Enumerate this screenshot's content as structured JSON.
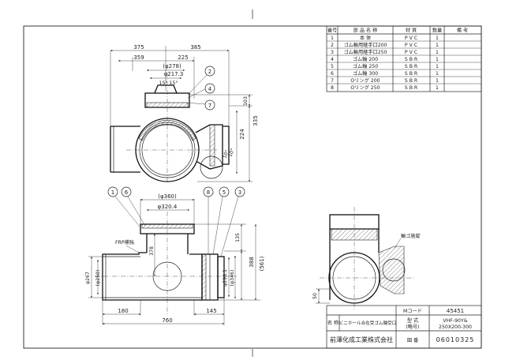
{
  "parts_table": {
    "headers": [
      "番号",
      "部 品 名 称",
      "材 質",
      "数量",
      "備 考"
    ],
    "rows": [
      {
        "no": "1",
        "name": "本 体",
        "material": "P V C",
        "qty": "1",
        "note": ""
      },
      {
        "no": "2",
        "name": "ゴム輪用継手口200",
        "material": "P V C",
        "qty": "1",
        "note": ""
      },
      {
        "no": "3",
        "name": "ゴム輪用継手口250",
        "material": "P V C",
        "qty": "1",
        "note": ""
      },
      {
        "no": "4",
        "name": "ゴム輪 200",
        "material": "S B R",
        "qty": "1",
        "note": ""
      },
      {
        "no": "5",
        "name": "ゴム輪 250",
        "material": "S B R",
        "qty": "1",
        "note": ""
      },
      {
        "no": "6",
        "name": "ゴム輪 300",
        "material": "S B R",
        "qty": "1",
        "note": ""
      },
      {
        "no": "7",
        "name": "Oリング 200",
        "material": "S B R",
        "qty": "1",
        "note": ""
      },
      {
        "no": "8",
        "name": "Oリング 250",
        "material": "S B R",
        "qty": "1",
        "note": ""
      }
    ]
  },
  "top_view": {
    "dims": {
      "d375": "375",
      "d385": "385",
      "d359": "359",
      "d225": "225",
      "d278": "(φ278)",
      "d2173": "φ217.3",
      "ang1": "15°",
      "ang2": "15°",
      "d103": "103",
      "d335": "335",
      "d224": "224",
      "ang3": "10°",
      "ang4": "10°"
    },
    "balloons": [
      "2",
      "4",
      "7"
    ]
  },
  "front_view": {
    "dims": {
      "d360": "(φ360)",
      "d3204": "φ320.4",
      "d378": "378",
      "d135": "135",
      "d388": "388",
      "d561": "(561)",
      "d267": "φ267",
      "d250": "(φ250)",
      "d2981": "φ298.1",
      "d346": "(φ346)",
      "d180": "180",
      "d760": "760",
      "d145": "145"
    },
    "frp_label": "FRP補強",
    "balloons": [
      "1",
      "6",
      "8",
      "5",
      "3"
    ]
  },
  "side_view": {
    "dim50": "50",
    "label": "輪ゴ施錠"
  },
  "title_block": {
    "m_code_label": "Mコード",
    "m_code_value": "45451",
    "name_label": "名 称",
    "name_value": "ビニホール合在受ゴム輪受口",
    "type_label_1": "型 式",
    "type_label_2": "(略号)",
    "type_value_1": "VHF-90Y& ",
    "type_value_2": "250X200-300",
    "company": "前澤化成工業株式会社",
    "drawing_no_label": "図 番",
    "drawing_no_value": "06010325"
  }
}
